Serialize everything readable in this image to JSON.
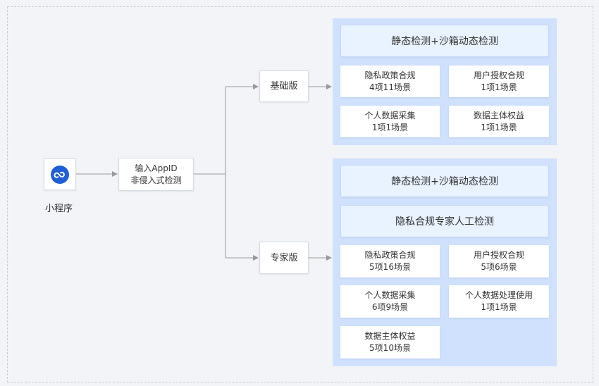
{
  "source": {
    "label": "小程序"
  },
  "input": {
    "line1": "输入AppID",
    "line2": "非侵入式检测"
  },
  "basic": {
    "label": "基础版",
    "header": "静态检测+沙箱动态检测",
    "cards": [
      {
        "title": "隐私政策合规",
        "detail": "4项11场景"
      },
      {
        "title": "用户授权合规",
        "detail": "1项1场景"
      },
      {
        "title": "个人数据采集",
        "detail": "1项1场景"
      },
      {
        "title": "数据主体权益",
        "detail": "1项1场景"
      }
    ]
  },
  "expert": {
    "label": "专家版",
    "header1": "静态检测+沙箱动态检测",
    "header2": "隐私合规专家人工检测",
    "cards": [
      {
        "title": "隐私政策合规",
        "detail": "5项16场景"
      },
      {
        "title": "用户授权合规",
        "detail": "5项6场景"
      },
      {
        "title": "个人数据采集",
        "detail": "6项9场景"
      },
      {
        "title": "个人数据处理使用",
        "detail": "1项1场景"
      },
      {
        "title": "数据主体权益",
        "detail": "5项10场景"
      }
    ]
  },
  "colors": {
    "icon": "#1f5fd6",
    "panel": "#cfe1fd",
    "connector": "#999999"
  }
}
